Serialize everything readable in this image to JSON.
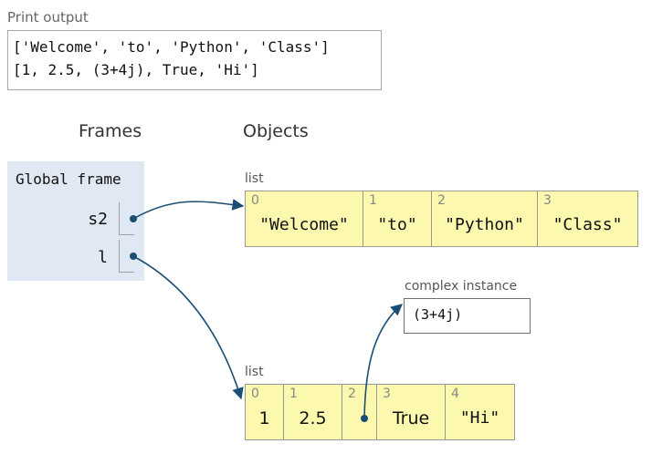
{
  "print_output": {
    "label": "Print output",
    "lines": [
      "['Welcome', 'to', 'Python', 'Class']",
      "[1, 2.5, (3+4j), True, 'Hi']"
    ]
  },
  "headings": {
    "frames": "Frames",
    "objects": "Objects"
  },
  "global_frame": {
    "title": "Global frame",
    "vars": [
      {
        "name": "s2"
      },
      {
        "name": "l"
      }
    ]
  },
  "list_s2": {
    "label": "list",
    "cells": [
      {
        "index": "0",
        "value": "\"Welcome\""
      },
      {
        "index": "1",
        "value": "\"to\""
      },
      {
        "index": "2",
        "value": "\"Python\""
      },
      {
        "index": "3",
        "value": "\"Class\""
      }
    ]
  },
  "list_l": {
    "label": "list",
    "cells": [
      {
        "index": "0",
        "value": "1"
      },
      {
        "index": "1",
        "value": "2.5"
      },
      {
        "index": "2",
        "value": ""
      },
      {
        "index": "3",
        "value": "True"
      },
      {
        "index": "4",
        "value": "\"Hi\""
      }
    ]
  },
  "complex_instance": {
    "label": "complex instance",
    "value": "(3+4j)"
  },
  "colors": {
    "frame_bg": "#dfe8f3",
    "list_bg": "#fcf9ae",
    "arrow": "#1b4e75"
  }
}
